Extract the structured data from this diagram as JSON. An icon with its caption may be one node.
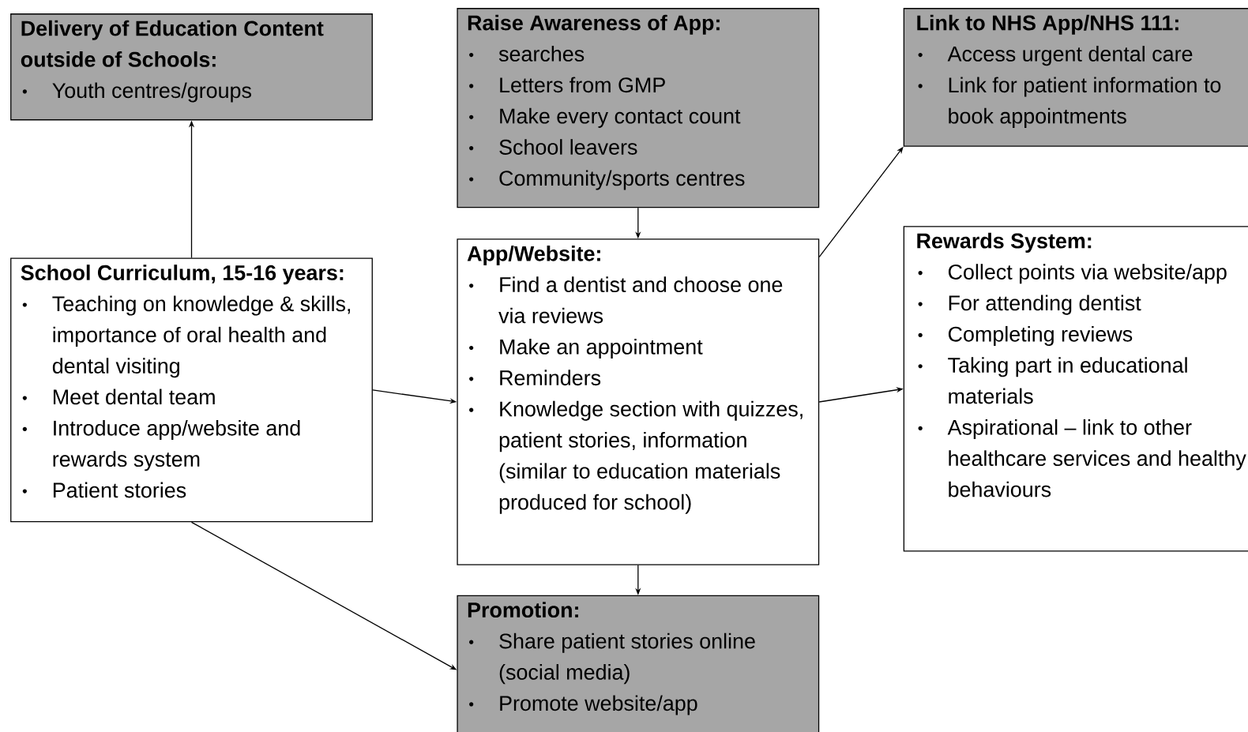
{
  "diagram": {
    "nodes": [
      {
        "text": [
          "Delivery of Education Content outside of Schools:",
          "Youth centres/groups"
        ]
      },
      {
        "text": [
          "Raise Awareness of App:",
          "searches",
          "Letters from GMP",
          "Make every contact count",
          "School leavers",
          "Community/sports centres"
        ]
      },
      {
        "text": [
          "Link to NHS App/NHS 111:",
          "Access urgent dental care",
          "Link for patient information to book appointments"
        ]
      },
      {
        "text": [
          "School Curriculum, 15-16 years:",
          "Teaching on knowledge & skills, importance of oral health and dental visiting",
          "Meet dental team",
          "Introduce app/website and rewards system",
          "Patient stories"
        ]
      },
      {
        "text": [
          "App/Website:",
          "Find a dentist and choose one via reviews",
          "Make an appointment",
          "Reminders",
          "Knowledge section with quizzes, patient stories, information (similar to education materials produced for school)"
        ]
      },
      {
        "text": [
          "Rewards System:",
          "Collect points via website/app",
          "For attending dentist",
          "Completing reviews",
          "Taking part in educational materials",
          "Aspirational – link to other healthcare services and healthy behaviours"
        ]
      },
      {
        "text": [
          "Promotion:",
          "Share patient stories online (social media)",
          "Promote website/app"
        ]
      }
    ],
    "edges": [
      {
        "from": 3,
        "to": 0,
        "arrow": "to"
      },
      {
        "from": 1,
        "to": 4,
        "arrow": "to"
      },
      {
        "from": 4,
        "to": 2,
        "arrow": "to"
      },
      {
        "from": 3,
        "to": 4,
        "arrow": "to"
      },
      {
        "from": 4,
        "to": 5,
        "arrow": "to"
      },
      {
        "from": 4,
        "to": 6,
        "arrow": "to"
      },
      {
        "from": 3,
        "to": 6,
        "arrow": "to"
      }
    ]
  }
}
